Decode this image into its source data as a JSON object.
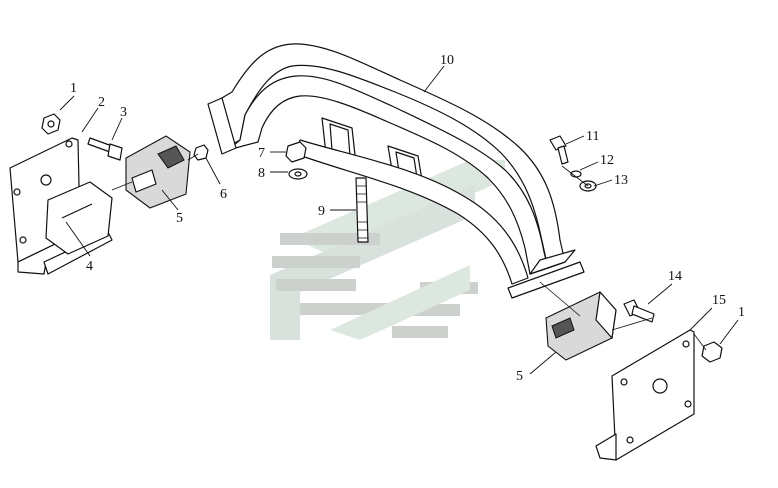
{
  "callouts": {
    "c1a": "1",
    "c2": "2",
    "c3": "3",
    "c4": "4",
    "c5a": "5",
    "c6": "6",
    "c7": "7",
    "c8": "8",
    "c9": "9",
    "c10": "10",
    "c11": "11",
    "c12": "12",
    "c13": "13",
    "c14": "14",
    "c15": "15",
    "c1b": "1",
    "c5b": "5"
  },
  "colors": {
    "line": "#111111",
    "watermark_light": "#d6e0d8",
    "watermark_dark": "#c2c8c4"
  }
}
